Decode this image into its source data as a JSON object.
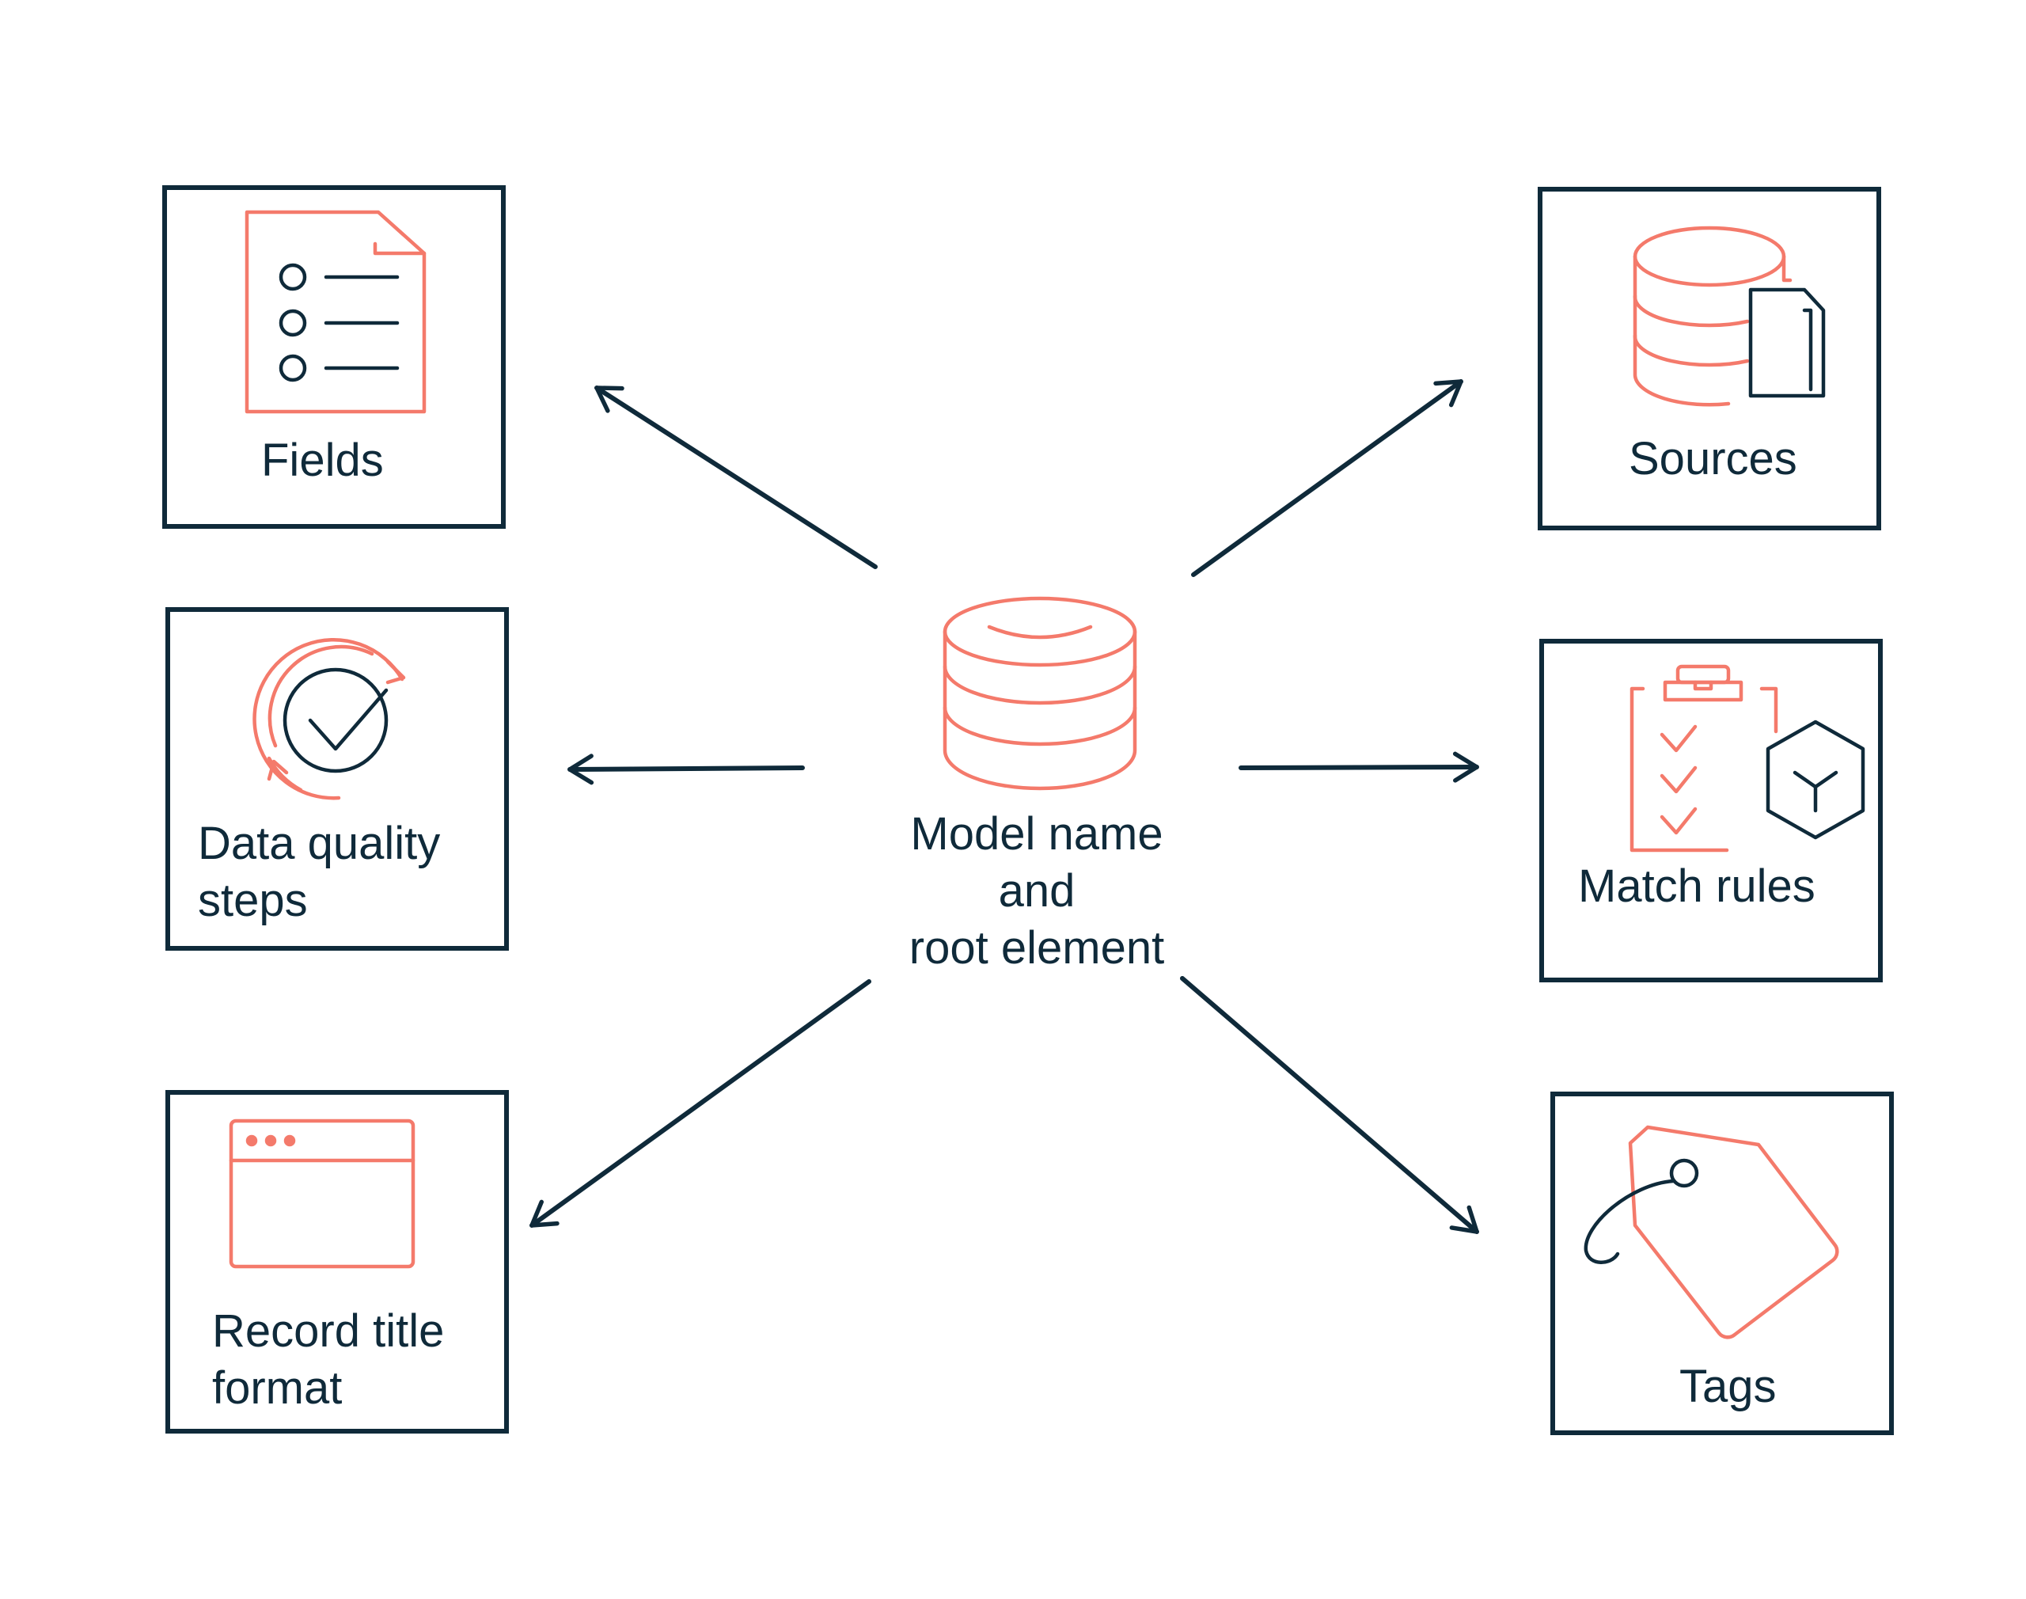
{
  "center": {
    "label_line1": "Model name",
    "label_line2": "and",
    "label_line3": "root element",
    "icon": "database-icon"
  },
  "nodes": {
    "fields": {
      "label": "Fields",
      "icon": "list-document-icon"
    },
    "sources": {
      "label": "Sources",
      "icon": "database-document-icon"
    },
    "data_quality": {
      "label_line1": "Data quality",
      "label_line2": "steps",
      "icon": "refresh-check-icon"
    },
    "match_rules": {
      "label": "Match rules",
      "icon": "clipboard-cube-icon"
    },
    "record_title": {
      "label_line1": "Record title",
      "label_line2": "format",
      "icon": "browser-window-icon"
    },
    "tags": {
      "label": "Tags",
      "icon": "tag-icon"
    }
  },
  "colors": {
    "ink": "#0f2a3a",
    "accent": "#f47a6b"
  }
}
